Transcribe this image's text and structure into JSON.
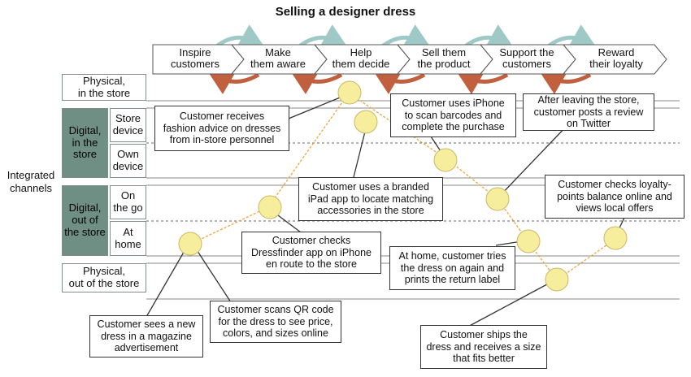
{
  "title": "Selling a designer dress",
  "stages": [
    "Inspire customers",
    "Make them aware",
    "Help them decide",
    "Sell them the product",
    "Support the customers",
    "Reward their loyalty"
  ],
  "stage_lines": [
    [
      "Inspire",
      "customers"
    ],
    [
      "Make",
      "them aware"
    ],
    [
      "Help",
      "them decide"
    ],
    [
      "Sell them",
      "the product"
    ],
    [
      "Support the",
      "customers"
    ],
    [
      "Reward",
      "their loyalty"
    ]
  ],
  "side_label": "Integrated channels",
  "side_label_lines": [
    "Integrated",
    "channels"
  ],
  "lanes": {
    "physical_store": [
      "Physical,",
      "in the store"
    ],
    "digital_store": [
      "Digital,",
      "in the",
      "store"
    ],
    "store_device": [
      "Store",
      "device"
    ],
    "own_device": [
      "Own",
      "device"
    ],
    "digital_out": [
      "Digital,",
      "out of",
      "the store"
    ],
    "on_the_go": [
      "On",
      "the go"
    ],
    "at_home": [
      "At",
      "home"
    ],
    "physical_out": [
      "Physical,",
      "out of the store"
    ]
  },
  "callouts": [
    [
      "Customer sees a new",
      "dress in a magazine",
      "advertisement"
    ],
    [
      "Customer scans QR code",
      "for the dress to see price,",
      "colors, and sizes online"
    ],
    [
      "Customer checks",
      "Dressfinder app on iPhone",
      "en route to the store"
    ],
    [
      "Customer receives",
      "fashion advice on dresses",
      "from in-store personnel"
    ],
    [
      "Customer uses a branded",
      "iPad app to locate matching",
      "accessories in the store"
    ],
    [
      "Customer uses iPhone",
      "to scan barcodes and",
      "complete the purchase"
    ],
    [
      "After leaving the store,",
      "customer posts a review",
      "on Twitter"
    ],
    [
      "At home, customer tries",
      "the dress on again and",
      "prints the return label"
    ],
    [
      "Customer ships the",
      "dress and receives a size",
      "that fits better"
    ],
    [
      "Customer checks loyalty-",
      "points balance online and",
      "views local offers"
    ]
  ],
  "colors": {
    "lane_dark": "#6f8f84",
    "path": "#f2a23a",
    "node": "#f6ee9c",
    "cycle_top": "#9ec9c6",
    "cycle_bottom": "#c0603f"
  }
}
